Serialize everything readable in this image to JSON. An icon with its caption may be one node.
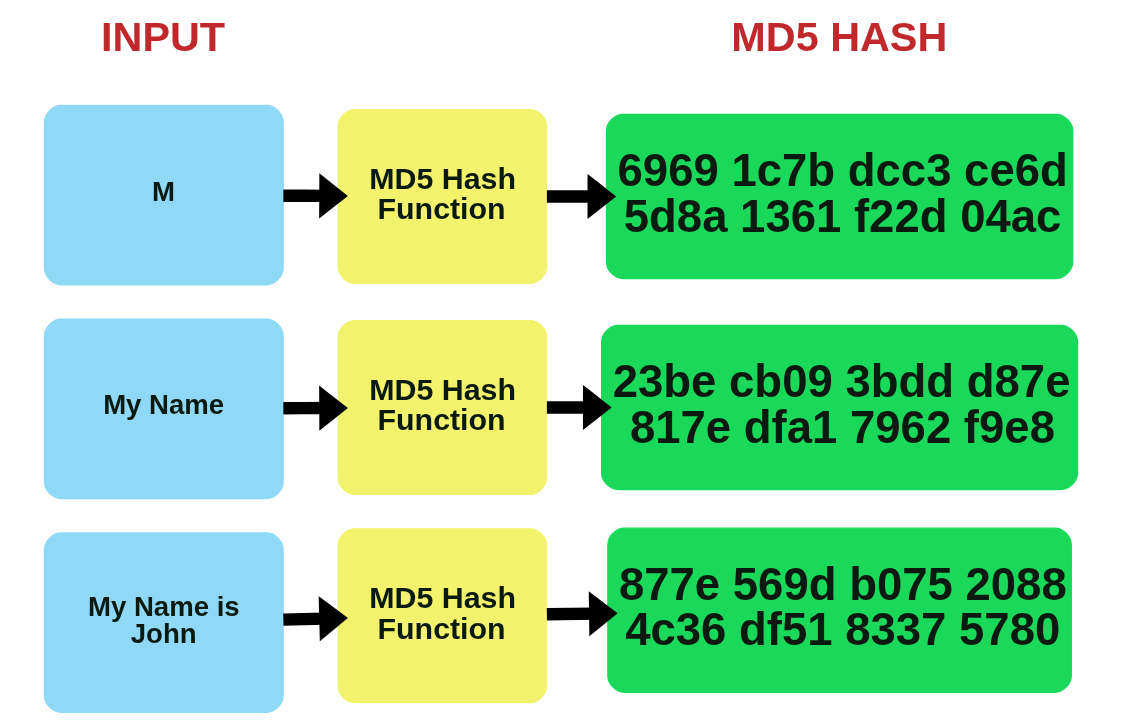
{
  "diagram": {
    "nodes": [
      {
        "text": [
          "M"
        ]
      },
      {
        "text": [
          "MD5 Hash Function"
        ]
      },
      {
        "text": [
          "6969 1c7b dcc3 ce6d 5d8a 1361 f22d 04ac"
        ]
      },
      {
        "text": [
          "My Name"
        ]
      },
      {
        "text": [
          "MD5 Hash Function"
        ]
      },
      {
        "text": [
          "23be cb09 3bdd d87e 817e dfa1 7962 f9e8"
        ]
      },
      {
        "text": [
          "My Name is John"
        ]
      },
      {
        "text": [
          "MD5 Hash Function"
        ]
      },
      {
        "text": [
          "877e 569d b075 2088 4c36 df51 8337 5780"
        ]
      }
    ],
    "edges": [
      {
        "from": 0,
        "to": 1,
        "arrow": "to"
      },
      {
        "from": 1,
        "to": 2,
        "arrow": "to"
      },
      {
        "from": 3,
        "to": 4,
        "arrow": "to"
      },
      {
        "from": 4,
        "to": 5,
        "arrow": "to"
      },
      {
        "from": 6,
        "to": 7,
        "arrow": "to"
      },
      {
        "from": 7,
        "to": 8,
        "arrow": "to"
      }
    ],
    "labels": [
      "INPUT",
      "MD5 HASH"
    ]
  }
}
